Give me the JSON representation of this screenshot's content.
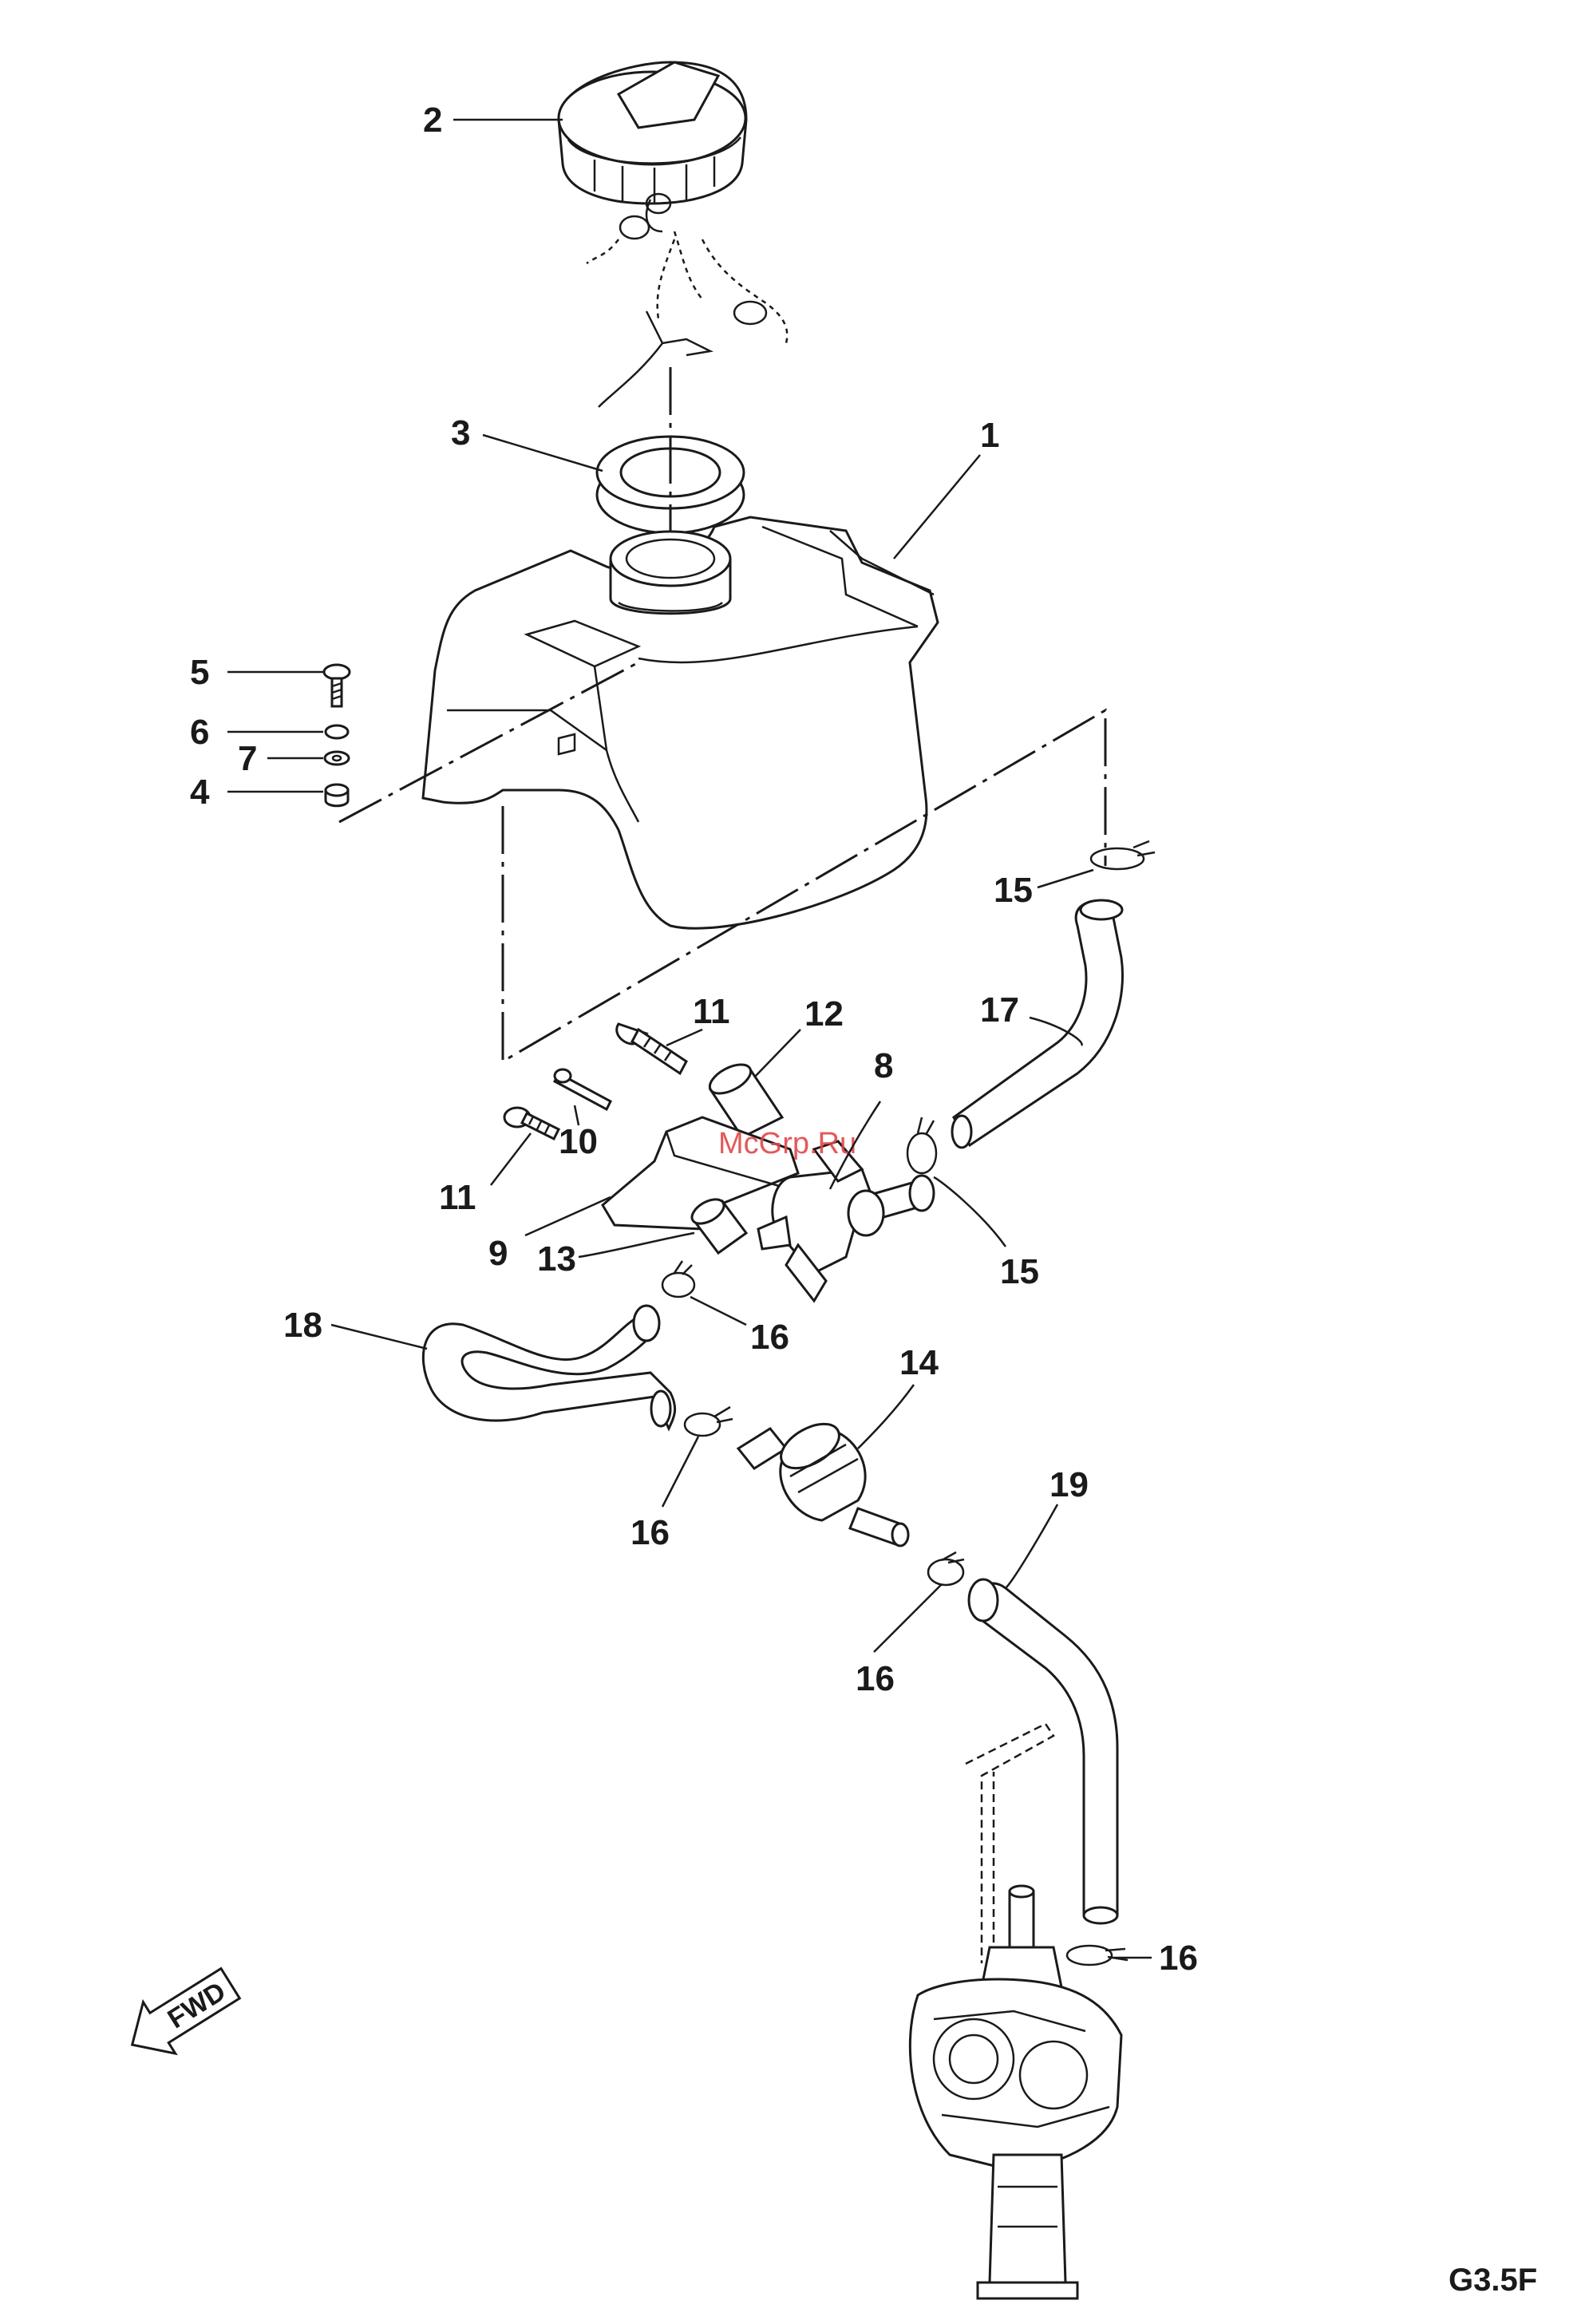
{
  "figure_code": "G3.5F",
  "watermark": "McGrp.Ru",
  "fwd_label": "FWD",
  "callouts": [
    {
      "id": "c2",
      "text": "2"
    },
    {
      "id": "c3",
      "text": "3"
    },
    {
      "id": "c1",
      "text": "1"
    },
    {
      "id": "c5",
      "text": "5"
    },
    {
      "id": "c6",
      "text": "6"
    },
    {
      "id": "c7",
      "text": "7"
    },
    {
      "id": "c4",
      "text": "4"
    },
    {
      "id": "c15a",
      "text": "15"
    },
    {
      "id": "c17",
      "text": "17"
    },
    {
      "id": "c11a",
      "text": "11"
    },
    {
      "id": "c12",
      "text": "12"
    },
    {
      "id": "c8",
      "text": "8"
    },
    {
      "id": "c10",
      "text": "10"
    },
    {
      "id": "c11b",
      "text": "11"
    },
    {
      "id": "c9",
      "text": "9"
    },
    {
      "id": "c13",
      "text": "13"
    },
    {
      "id": "c15b",
      "text": "15"
    },
    {
      "id": "c16a",
      "text": "16"
    },
    {
      "id": "c18",
      "text": "18"
    },
    {
      "id": "c14",
      "text": "14"
    },
    {
      "id": "c19",
      "text": "19"
    },
    {
      "id": "c16b",
      "text": "16"
    },
    {
      "id": "c16c",
      "text": "16"
    },
    {
      "id": "c16d",
      "text": "16"
    }
  ]
}
